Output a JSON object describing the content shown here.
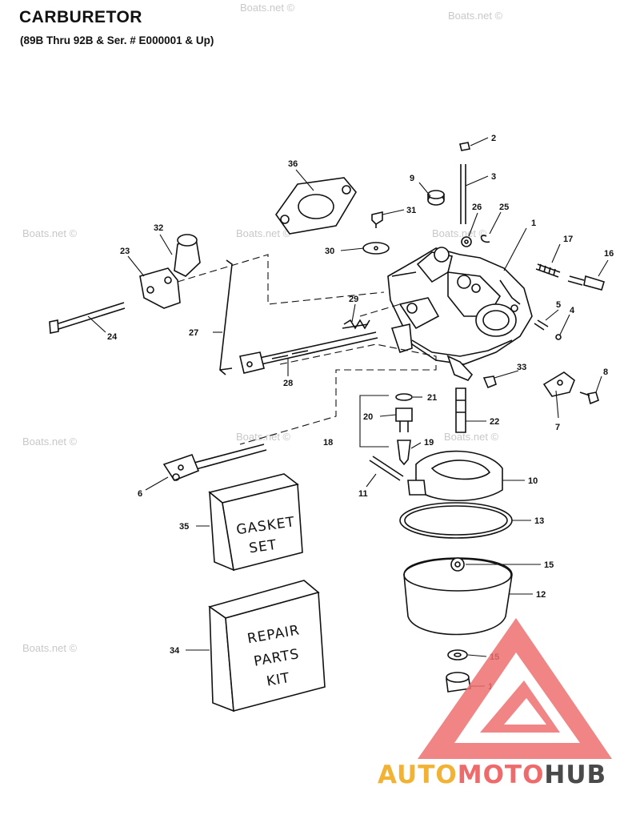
{
  "header": {
    "title": "CARBURETOR",
    "subtitle": "(89B Thru 92B & Ser. # E000001 & Up)"
  },
  "watermark": {
    "text": "Boats.net ©"
  },
  "boxes": {
    "gasket_lines": [
      "GASKET",
      "SET"
    ],
    "repair_lines": [
      "REPAIR",
      "PARTS",
      "KIT"
    ]
  },
  "callouts": {
    "c1": "1",
    "c2": "2",
    "c3": "3",
    "c4": "4",
    "c5": "5",
    "c6": "6",
    "c7": "7",
    "c8": "8",
    "c9": "9",
    "c10": "10",
    "c11": "11",
    "c12": "12",
    "c13": "13",
    "c14": "14",
    "c15a": "15",
    "c15b": "15",
    "c16": "16",
    "c17": "17",
    "c18": "18",
    "c19": "19",
    "c20": "20",
    "c21": "21",
    "c22": "22",
    "c23": "23",
    "c24": "24",
    "c25": "25",
    "c26": "26",
    "c27": "27",
    "c28": "28",
    "c29": "29",
    "c30": "30",
    "c31": "31",
    "c32": "32",
    "c33": "33",
    "c34": "34",
    "c35": "35",
    "c36": "36"
  },
  "logo": {
    "part1": "AUTO",
    "part2": "MOTO",
    "part3": "HUB",
    "color1": "#f2b233",
    "color2": "#ef6a6a",
    "color3": "#4a4a4a",
    "triangle_color": "#ef6f6f"
  }
}
